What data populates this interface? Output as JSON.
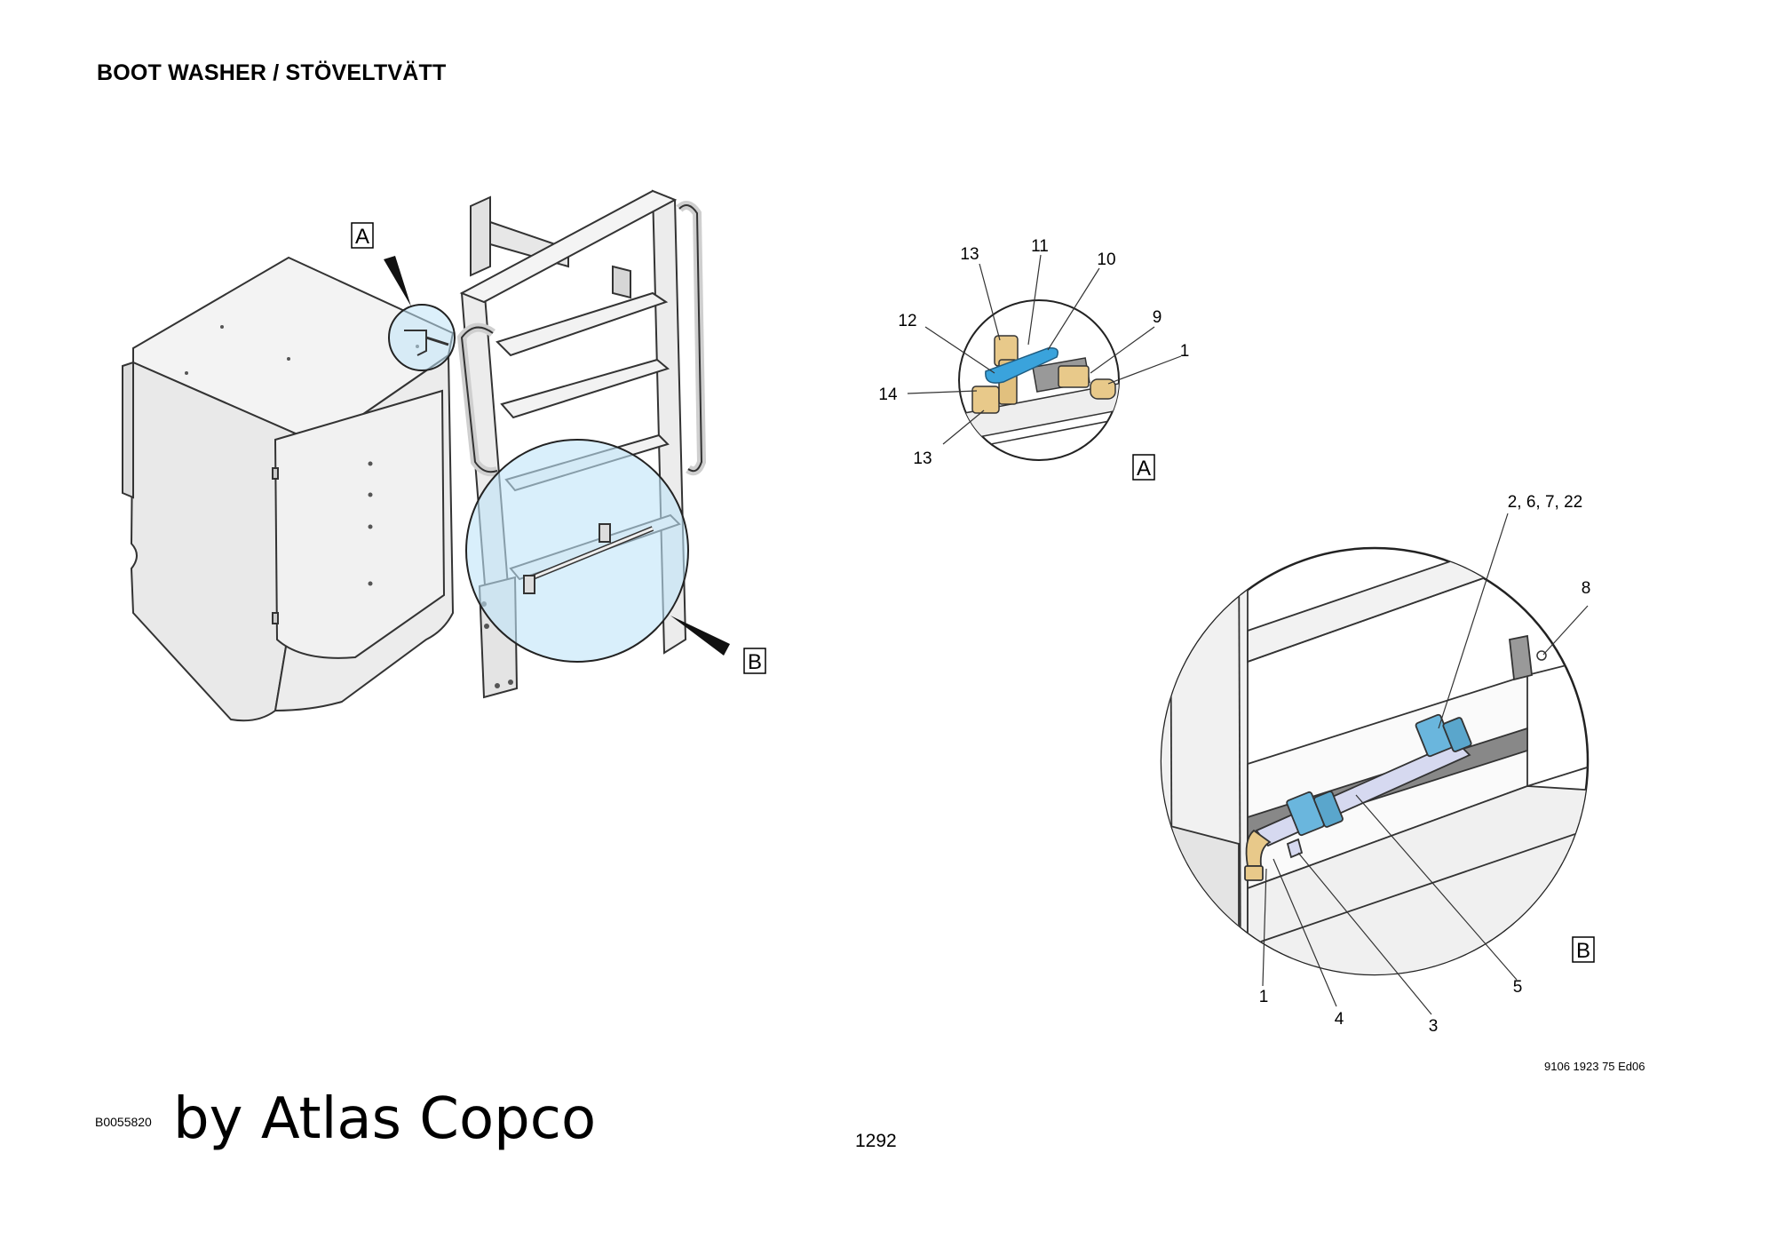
{
  "header": {
    "title": "BOOT WASHER / STÖVELTVÄTT"
  },
  "footer": {
    "figure_code": "B0055820",
    "watermark": "by Atlas Copco",
    "page_number": "1292",
    "document_code": "9106 1923 75 Ed06"
  },
  "diagram": {
    "detail_markers": {
      "a": "A",
      "b": "B"
    },
    "detail_a_callouts": {
      "c13_top": "13",
      "c11": "11",
      "c10": "10",
      "c12": "12",
      "c9": "9",
      "c1": "1",
      "c14": "14",
      "c13_bottom": "13"
    },
    "detail_b_callouts": {
      "c2_6_7_22": "2, 6, 7, 22",
      "c8": "8",
      "c5": "5",
      "c1": "1",
      "c4": "4",
      "c3": "3"
    },
    "colors": {
      "highlight_blue": "#bfe4f8",
      "valve_blue": "#3aa3dc",
      "brass": "#e8c98a",
      "pipe": "#d6d9f0",
      "frame_gray": "#ebebeb",
      "outline": "#333333"
    }
  }
}
